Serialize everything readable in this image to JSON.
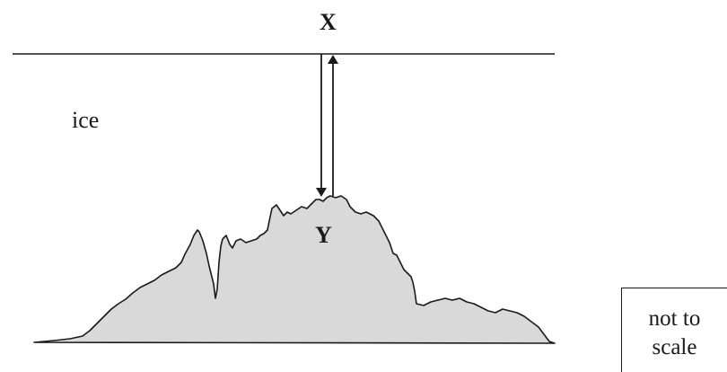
{
  "labels": {
    "x": "X",
    "y": "Y",
    "material": "ice"
  },
  "scale_note": {
    "line1": "not to",
    "line2": "scale"
  },
  "colors": {
    "rock_fill": "#d9d9d9",
    "stroke": "#1a1a1a",
    "background": "#ffffff"
  }
}
